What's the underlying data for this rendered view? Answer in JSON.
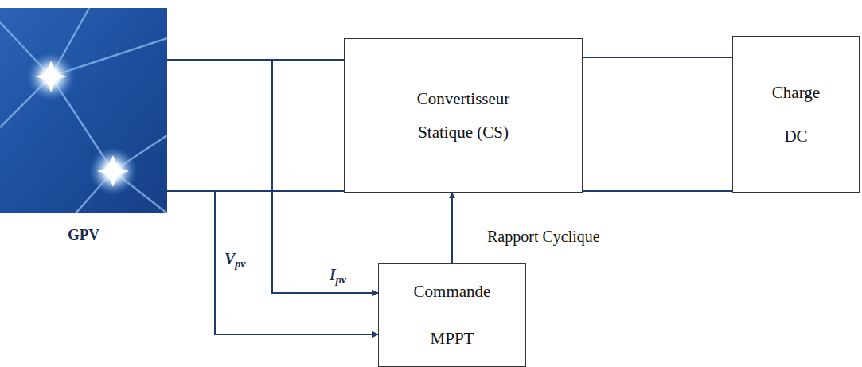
{
  "diagram": {
    "nodes": [
      {
        "text": [
          "GPV"
        ]
      },
      {
        "text": [
          "Convertisseur Statique (CS)"
        ]
      },
      {
        "text": [
          "Charge DC"
        ]
      },
      {
        "text": [
          "Commande MPPT"
        ]
      }
    ],
    "edges": [
      {
        "from": 0,
        "to": 1,
        "arrow": "none"
      },
      {
        "from": 0,
        "to": 1,
        "arrow": "none"
      },
      {
        "from": 1,
        "to": 2,
        "arrow": "none"
      },
      {
        "from": 1,
        "to": 2,
        "arrow": "none"
      },
      {
        "from": 0,
        "to": 3,
        "label": "Ipv",
        "arrow": "to"
      },
      {
        "from": 0,
        "to": 3,
        "label": "Vpv",
        "arrow": "to"
      },
      {
        "from": 3,
        "to": 1,
        "label": "Rapport Cyclique",
        "arrow": "to"
      }
    ]
  }
}
